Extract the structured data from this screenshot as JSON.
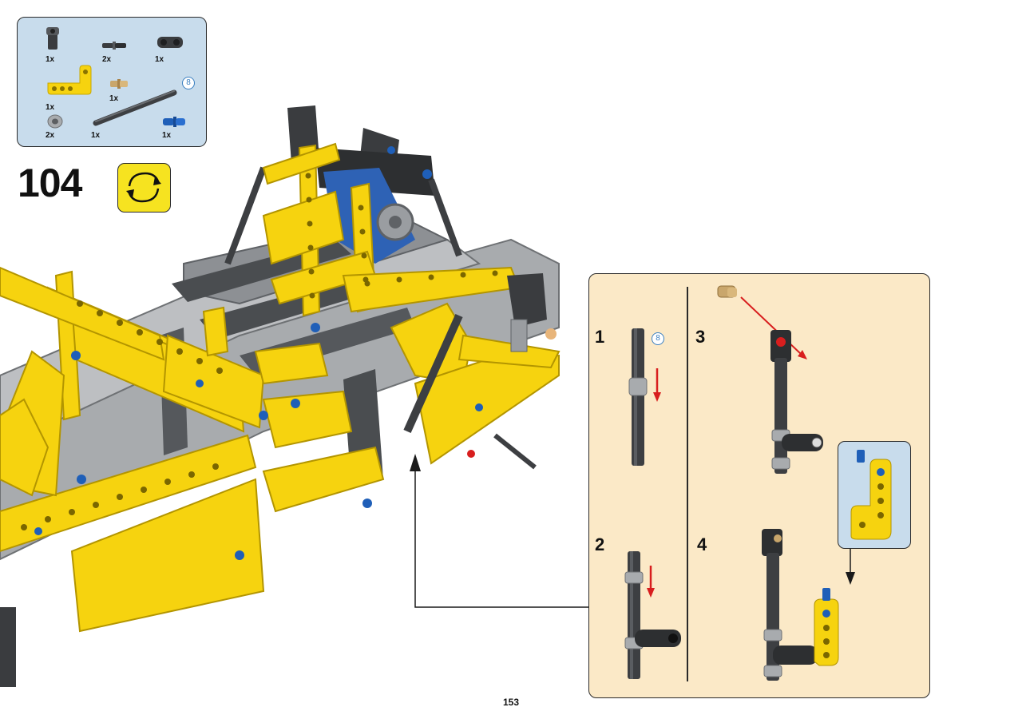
{
  "page": {
    "number": "153"
  },
  "step": {
    "number": "104"
  },
  "parts_list": {
    "items": [
      {
        "name": "black-pin-connector-icon",
        "qty": "1x"
      },
      {
        "name": "black-axle-pin-icon",
        "qty": "2x"
      },
      {
        "name": "black-connector-double-icon",
        "qty": "1x"
      },
      {
        "name": "yellow-l-beam-icon",
        "qty": "1x"
      },
      {
        "name": "tan-axle-pin-icon",
        "qty": "1x"
      },
      {
        "name": "dark-grey-axle-icon",
        "qty": "1x",
        "length": "8"
      },
      {
        "name": "grey-bush-icon",
        "qty": "2x"
      },
      {
        "name": "blue-pin-icon",
        "qty": "1x"
      }
    ]
  },
  "sub_assembly": {
    "steps": [
      "1",
      "2",
      "3",
      "4"
    ],
    "axle_length": "8"
  },
  "colors": {
    "parts_bg": "#c8dcec",
    "subassembly_bg": "#fbe9c7",
    "rotate_bg": "#f6e320",
    "lego_yellow": "#f6d30f",
    "lego_dark_grey": "#4a4d50",
    "lego_light_grey": "#a8abae",
    "lego_blue": "#1f5fb8",
    "arrow_red": "#d81e1e"
  }
}
